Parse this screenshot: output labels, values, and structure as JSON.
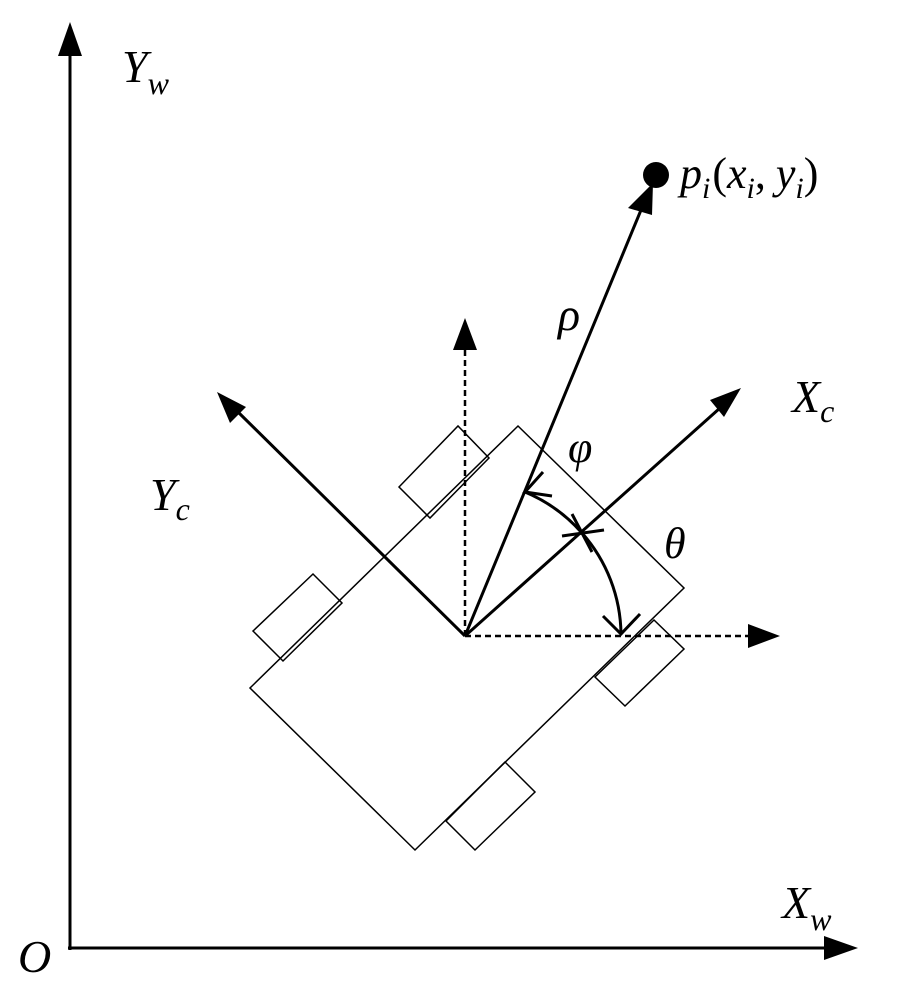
{
  "world_frame": {
    "origin_label": "O",
    "x_axis": {
      "symbol": "X",
      "subscript": "w"
    },
    "y_axis": {
      "symbol": "Y",
      "subscript": "w"
    }
  },
  "robot_frame": {
    "x_axis": {
      "symbol": "X",
      "subscript": "c"
    },
    "y_axis": {
      "symbol": "Y",
      "subscript": "c"
    }
  },
  "angles": {
    "heading": "θ",
    "bearing": "φ"
  },
  "range_label": "ρ",
  "target_point": {
    "name": "p",
    "name_subscript": "i",
    "open_paren": "(",
    "x": "x",
    "x_subscript": "i",
    "comma": ",",
    "y": "y",
    "y_subscript": "i",
    "close_paren": ")"
  }
}
